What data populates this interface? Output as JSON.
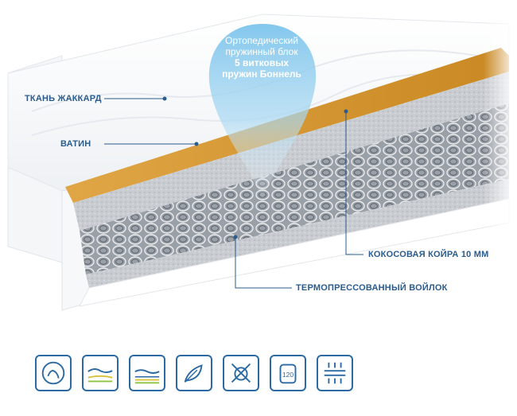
{
  "callout": {
    "line1": "Ортопедический",
    "line2": "пружинный блок",
    "line3": "5 витковых",
    "line4": "пружин Боннель"
  },
  "labels": {
    "fabric": "ТКАНЬ ЖАККАРД",
    "batting": "ВАТИН",
    "coir": "КОКОСОВАЯ КОЙРА 10 ММ",
    "felt": "ТЕРМОПРЕССОВАННЫЙ ВОЙЛОК"
  },
  "icons": [
    {
      "name": "orthopedic-spring-icon"
    },
    {
      "name": "sleeper-medium-firm-icon"
    },
    {
      "name": "sleeper-firm-icon"
    },
    {
      "name": "natural-leaf-icon"
    },
    {
      "name": "no-mites-icon"
    },
    {
      "name": "max-load-icon",
      "text": "120"
    },
    {
      "name": "airflow-icon"
    }
  ],
  "colors": {
    "accent": "#2c6aa3",
    "label": "#2a5c8f",
    "coir": "#d4942f"
  }
}
